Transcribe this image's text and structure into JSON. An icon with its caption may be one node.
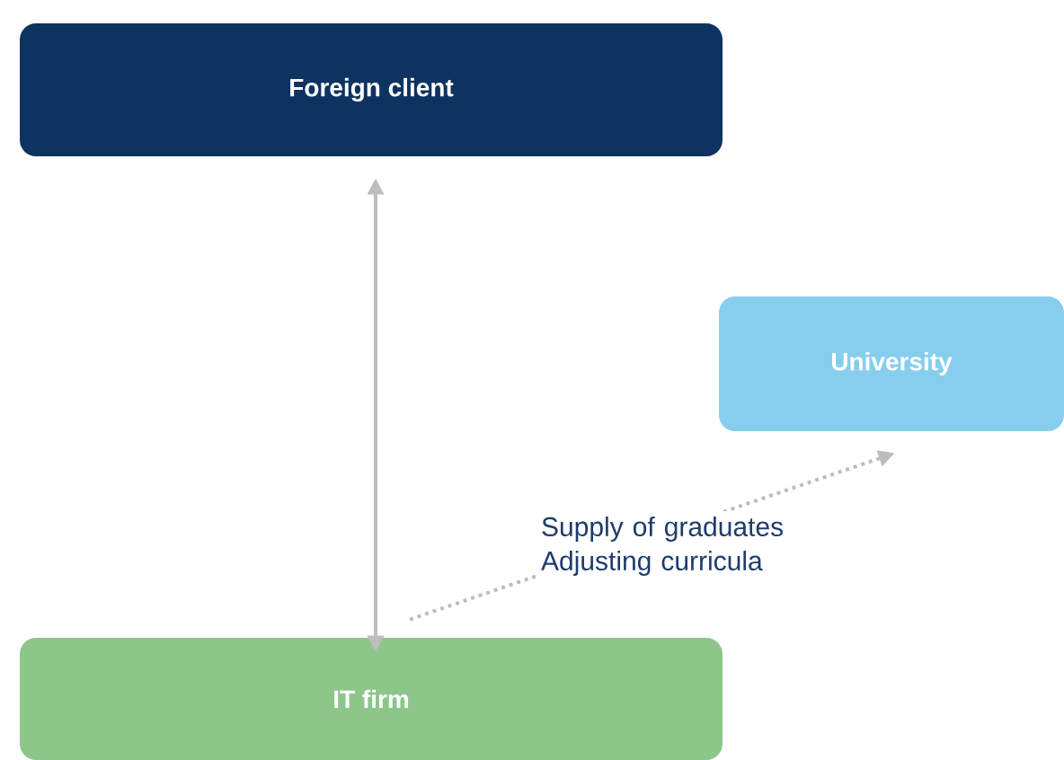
{
  "diagram": {
    "nodes": [
      {
        "text": [
          "Foreign client"
        ]
      },
      {
        "text": [
          "University"
        ]
      },
      {
        "text": [
          "IT firm"
        ]
      }
    ],
    "edges": [
      {
        "from": 0,
        "to": 2,
        "arrow": "both"
      },
      {
        "from": 2,
        "to": 1,
        "arrow": "to",
        "style": "dashed",
        "label": "Supply of graduates Adjusting curricula"
      }
    ]
  }
}
